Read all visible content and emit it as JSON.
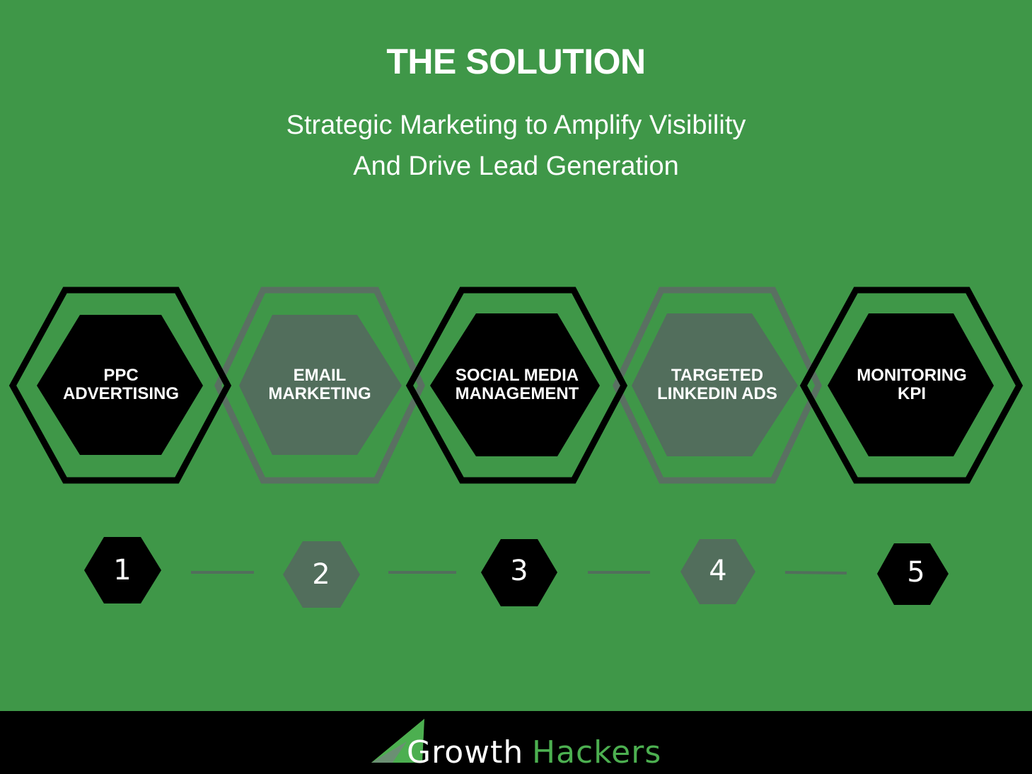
{
  "header": {
    "title": "THE SOLUTION",
    "subtitle_line1": "Strategic Marketing to Amplify Visibility",
    "subtitle_line2": "And Drive Lead Generation"
  },
  "steps": [
    {
      "label_line1": "PPC",
      "label_line2": "ADVERTISING",
      "number": "1",
      "style": "dark"
    },
    {
      "label_line1": "EMAIL",
      "label_line2": "MARKETING",
      "number": "2",
      "style": "gray"
    },
    {
      "label_line1": "SOCIAL MEDIA",
      "label_line2": "MANAGEMENT",
      "number": "3",
      "style": "dark"
    },
    {
      "label_line1": "TARGETED",
      "label_line2": "LINKEDIN ADS",
      "number": "4",
      "style": "gray"
    },
    {
      "label_line1": "MONITORING",
      "label_line2": "KPI",
      "number": "5",
      "style": "dark"
    }
  ],
  "colors": {
    "background": "#3f9748",
    "dark_hex": "#000000",
    "gray_hex": "#526e5c",
    "gray_outline": "#5a7062",
    "footer": "#000000",
    "logo_green": "#4caf50"
  },
  "footer": {
    "logo_part1": "Growth",
    "logo_part2": "Hackers"
  }
}
